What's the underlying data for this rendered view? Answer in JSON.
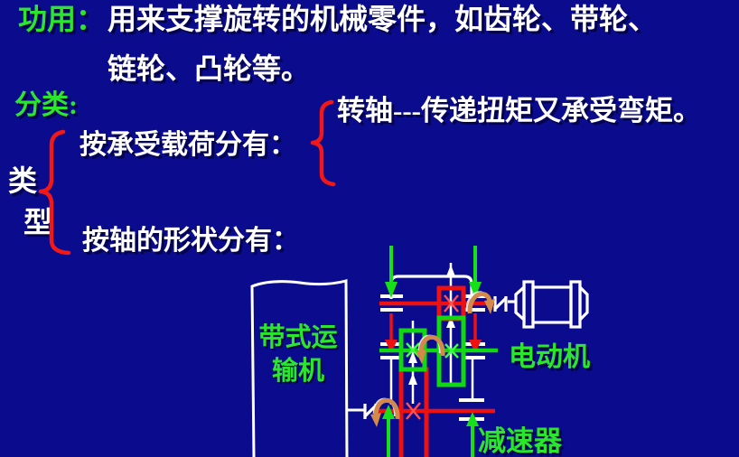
{
  "slide": {
    "background_color": "#0b0b8d",
    "colors": {
      "green_text": "#2ce62c",
      "white_text": "#ffffff",
      "red_accent": "#ee1111",
      "diagram_green": "#12d812",
      "diagram_white": "#ffffff",
      "rotation_arrow_orange": "#d2894a"
    },
    "function": {
      "label": "功用：",
      "line1": "用来支撑旋转的机械零件，如齿轮、带轮、",
      "line2": "链轮、凸轮等。"
    },
    "classification": {
      "label": "分类:",
      "type_label": [
        "类",
        "型"
      ],
      "by_load": "按承受载荷分有：",
      "rotating_shaft": "转轴---传递扭矩又承受弯矩。",
      "by_shape": "按轴的形状分有："
    },
    "diagram": {
      "conveyor_line1": "带式运",
      "conveyor_line2": "输机",
      "motor": "电动机",
      "reducer": "减速器"
    }
  }
}
